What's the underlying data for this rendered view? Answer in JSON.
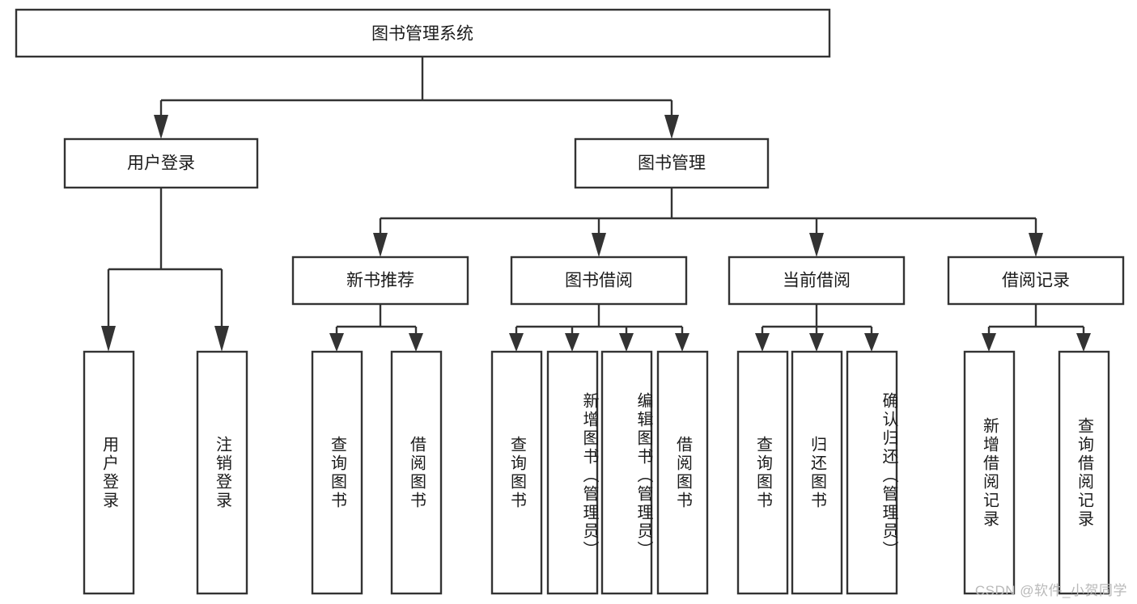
{
  "diagram": {
    "type": "tree-hierarchy",
    "title": "图书管理系统",
    "orientation": "top-down",
    "watermark": "CSDN @软件_小贺同学",
    "colors": {
      "background": "#ffffff",
      "box_fill": "#ffffff",
      "box_stroke": "#333333",
      "text": "#1b1b1b",
      "watermark": "#b9b9b9"
    },
    "root": {
      "label": "图书管理系统",
      "level": 0
    },
    "level2": [
      {
        "label": "用户登录"
      },
      {
        "label": "图书管理"
      }
    ],
    "level3": [
      {
        "label": "新书推荐"
      },
      {
        "label": "图书借阅"
      },
      {
        "label": "当前借阅"
      },
      {
        "label": "借阅记录"
      }
    ],
    "leaves": {
      "user_login": [
        {
          "label": "用户登录"
        },
        {
          "label": "注销登录"
        }
      ],
      "new_book_recommend": [
        {
          "label": "查询图书"
        },
        {
          "label": "借阅图书"
        }
      ],
      "book_borrow": [
        {
          "label": "查询图书"
        },
        {
          "label": "新增图书（管理员）"
        },
        {
          "label": "编辑图书（管理员）"
        },
        {
          "label": "借阅图书"
        }
      ],
      "current_borrow": [
        {
          "label": "查询图书"
        },
        {
          "label": "归还图书"
        },
        {
          "label": "确认归还（管理员）"
        }
      ],
      "borrow_record": [
        {
          "label": "新增借阅记录"
        },
        {
          "label": "查询借阅记录"
        }
      ]
    }
  }
}
